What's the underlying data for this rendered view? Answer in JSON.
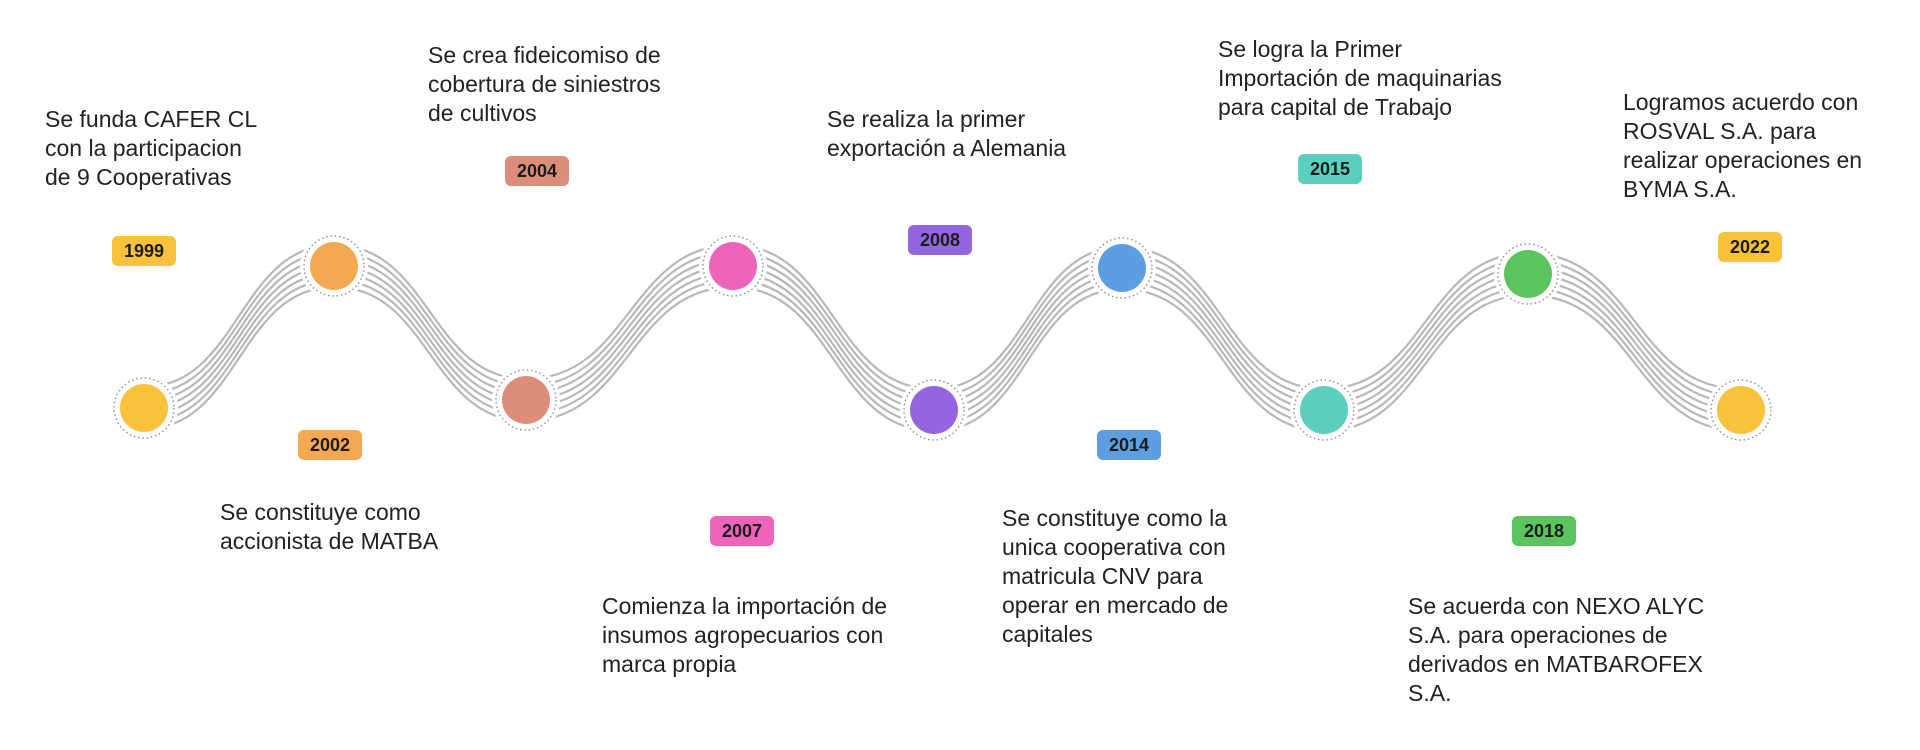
{
  "events": [
    {
      "year": "1999",
      "color": "#f9c23c",
      "text": "Se funda CAFER CL\ncon la participacion\nde 9 Cooperativas"
    },
    {
      "year": "2002",
      "color": "#f5a852",
      "text": "Se constituye como\naccionista de MATBA"
    },
    {
      "year": "2004",
      "color": "#dd8e7a",
      "text": "Se crea fideicomiso de\ncobertura de siniestros\nde cultivos"
    },
    {
      "year": "2007",
      "color": "#ef64bb",
      "text": "Comienza la importación de\ninsumos agropecuarios con\nmarca propia"
    },
    {
      "year": "2008",
      "color": "#9366e0",
      "text": "Se realiza la primer\nexportación a Alemania"
    },
    {
      "year": "2014",
      "color": "#5d9ee0",
      "text": "Se constituye como la\nunica cooperativa con\nmatricula CNV para\noperar en mercado de\ncapitales"
    },
    {
      "year": "2015",
      "color": "#5ccfbe",
      "text": "Se logra la Primer\n Importación de maquinarias\n para capital de Trabajo"
    },
    {
      "year": "2018",
      "color": "#5cc45e",
      "text": "Se acuerda con NEXO ALYC\nS.A. para operaciones de\nderivados en MATBAROFEX\nS.A."
    },
    {
      "year": "2022",
      "color": "#f9c23c",
      "text": "Logramos acuerdo con\nROSVAL S.A. para\nrealizar operaciones en\nBYMA S.A."
    }
  ],
  "wave_color": "#b8b8b8"
}
